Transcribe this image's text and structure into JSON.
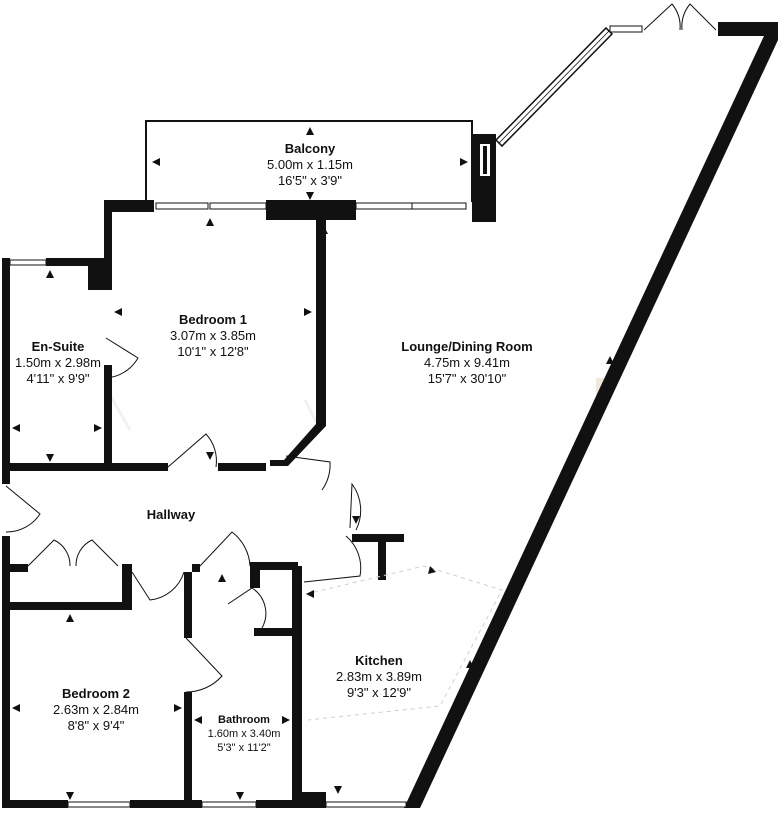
{
  "colors": {
    "wall": "#111111",
    "background": "#ffffff",
    "watermark": "#d9d9d9",
    "watermark_accent": "#c8a46a"
  },
  "rooms": {
    "balcony": {
      "name": "Balcony",
      "metric": "5.00m x 1.15m",
      "imperial": "16'5\" x 3'9\""
    },
    "lounge": {
      "name": "Lounge/Dining Room",
      "metric": "4.75m x 9.41m",
      "imperial": "15'7\" x 30'10\""
    },
    "bedroom1": {
      "name": "Bedroom 1",
      "metric": "3.07m x 3.85m",
      "imperial": "10'1\" x 12'8\""
    },
    "ensuite": {
      "name": "En-Suite",
      "metric": "1.50m x 2.98m",
      "imperial": "4'11\" x 9'9\""
    },
    "hallway": {
      "name": "Hallway"
    },
    "bedroom2": {
      "name": "Bedroom 2",
      "metric": "2.63m x 2.84m",
      "imperial": "8'8\" x 9'4\""
    },
    "bathroom": {
      "name": "Bathroom",
      "metric": "1.60m x 3.40m",
      "imperial": "5'3\" x 11'2\""
    },
    "kitchen": {
      "name": "Kitchen",
      "metric": "2.83m x 3.89m",
      "imperial": "9'3\" x 12'9\""
    }
  }
}
